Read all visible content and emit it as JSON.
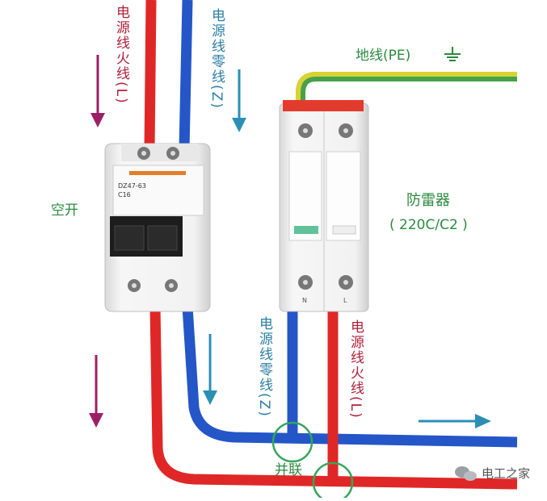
{
  "labels": {
    "live_top": "电源线火线(L)",
    "neutral_top": "电源线零线(Z)",
    "ground": "地线(PE)",
    "breaker": "空开",
    "spd_title": "防雷器",
    "spd_model": "( 220C/C2 )",
    "neutral_bottom": "电源线零线(Z)",
    "live_bottom": "电源线火线(L)",
    "parallel": "并联",
    "watermark": "电工之家",
    "breaker_model": "DZ47-63",
    "breaker_rating": "C16",
    "spd_terminal_n": "N",
    "spd_terminal_l": "L"
  },
  "colors": {
    "live_wire": "#e02727",
    "neutral_wire": "#2456c8",
    "ground_yellow": "#d8d234",
    "ground_green": "#47a14a",
    "arrow_purple": "#9c1f66",
    "arrow_cyan": "#2b8fb5",
    "circle_green": "#35a65a",
    "label_green": "#2b8a3e"
  },
  "icons": [
    "ground-symbol-icon",
    "down-arrow-icon",
    "right-arrow-icon",
    "wechat-icon"
  ]
}
